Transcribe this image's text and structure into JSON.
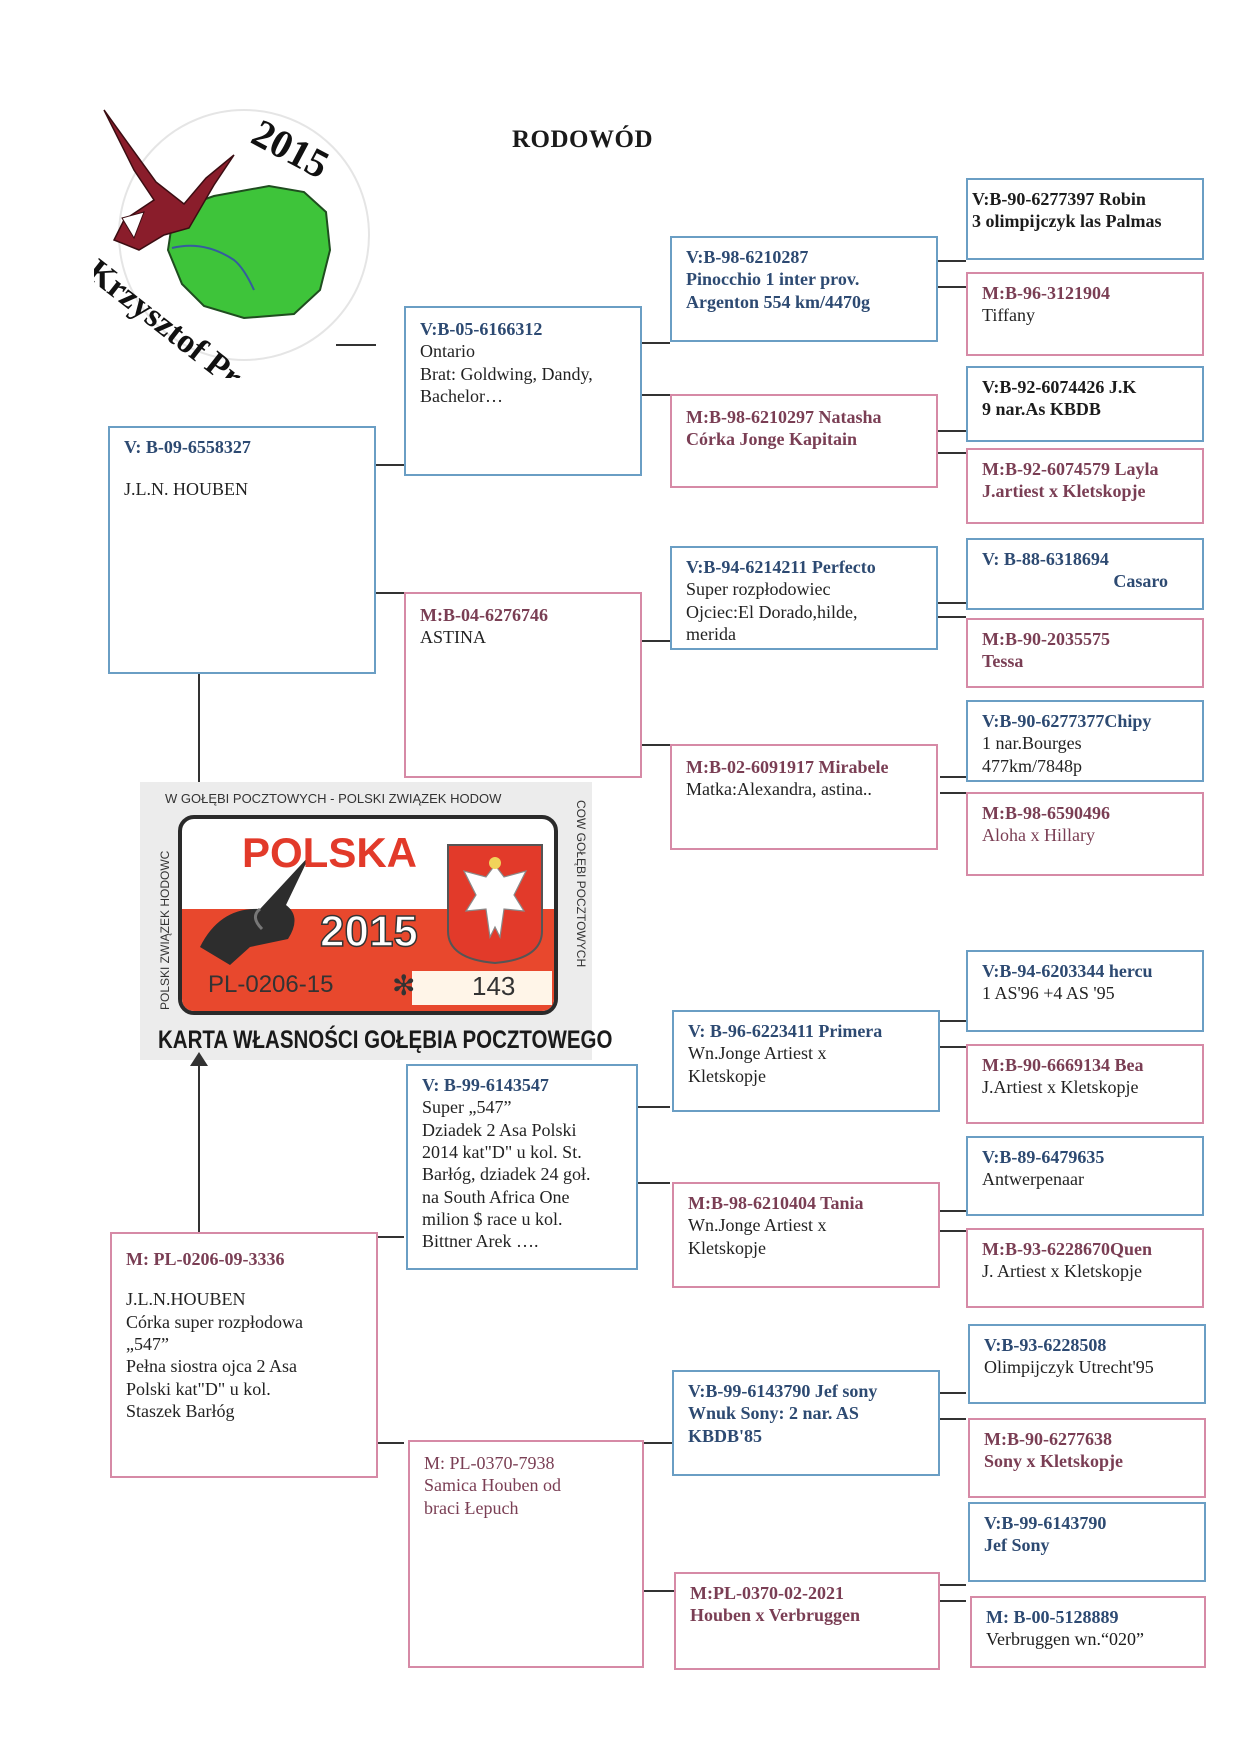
{
  "title": "RODOWÓD",
  "logo": {
    "year": "2015",
    "name": "Krzysztof Pruski"
  },
  "card": {
    "top_text": "W GOŁĘBI POCZTOWYCH - POLSKI ZWIĄZEK HODOW",
    "left_text": "POLSKI ZWIĄZEK HODOWC",
    "right_text": "COW GOŁĘBI POCZTOWYCH",
    "country": "POLSKA",
    "year": "2015",
    "ring": "PL-0206-15",
    "serial": "143",
    "bottom_text": "KARTA WŁASNOŚCI GOŁĘBIA POCZTOWEGO"
  },
  "sire": {
    "ring": "V: B-09-6558327",
    "lines": [
      "J.L.N. HOUBEN"
    ]
  },
  "dam": {
    "ring": "M: PL-0206-09-3336",
    "lines": [
      "J.L.N.HOUBEN",
      "Córka super rozpłodowa",
      "„547”",
      "Pełna siostra ojca 2 Asa",
      "Polski kat\"D\" u kol.",
      "Staszek Barłóg"
    ]
  },
  "gen2": [
    {
      "ring": "V:B-05-6166312",
      "lines": [
        "Ontario",
        "Brat: Goldwing, Dandy,",
        "Bachelor…"
      ]
    },
    {
      "ring": "M:B-04-6276746",
      "lines": [
        "ASTINA"
      ]
    },
    {
      "ring": "V: B-99-6143547",
      "lines": [
        "Super „547”",
        "Dziadek 2 Asa Polski",
        "2014 kat\"D\" u kol. St.",
        "Barłóg, dziadek 24 goł.",
        "na South Africa One",
        "milion $ race u kol.",
        "Bittner Arek …."
      ]
    },
    {
      "ring": "M: PL-0370-7938",
      "lines": [
        "Samica Houben od",
        "braci Łepuch"
      ]
    }
  ],
  "gen3": [
    {
      "ring": "V:B-98-6210287",
      "lines": [
        "Pinocchio 1 inter prov.",
        "Argenton 554 km/4470g"
      ]
    },
    {
      "ring": "M:B-98-6210297 Natasha",
      "lines": [
        "Córka Jonge Kapitain"
      ]
    },
    {
      "ring": "V:B-94-6214211 Perfecto",
      "lines": [
        "Super rozpłodowiec",
        "Ojciec:El Dorado,hilde,",
        "merida"
      ]
    },
    {
      "ring": "M:B-02-6091917 Mirabele",
      "lines": [
        "Matka:Alexandra, astina.."
      ]
    },
    {
      "ring": "V: B-96-6223411 Primera",
      "lines": [
        "Wn.Jonge Artiest x",
        "Kletskopje"
      ]
    },
    {
      "ring": "M:B-98-6210404 Tania",
      "lines": [
        "Wn.Jonge Artiest x",
        "Kletskopje"
      ]
    },
    {
      "ring": "V:B-99-6143790 Jef sony",
      "lines": [
        "Wnuk Sony: 2 nar. AS",
        "KBDB'85"
      ]
    },
    {
      "ring": "M:PL-0370-02-2021",
      "lines": [
        "Houben x Verbruggen"
      ]
    }
  ],
  "gen4": [
    {
      "ring": "V:B-90-6277397 Robin",
      "lines": [
        "3 olimpijczyk las Palmas"
      ]
    },
    {
      "ring": "M:B-96-3121904",
      "lines": [
        "Tiffany"
      ]
    },
    {
      "ring": "V:B-92-6074426 J.K",
      "lines": [
        "9 nar.As KBDB"
      ]
    },
    {
      "ring": "M:B-92-6074579 Layla",
      "lines": [
        "J.artiest x Kletskopje"
      ]
    },
    {
      "ring": "V: B-88-6318694",
      "lines": [
        "Casaro"
      ]
    },
    {
      "ring": "M:B-90-2035575",
      "lines": [
        "Tessa"
      ]
    },
    {
      "ring": "V:B-90-6277377Chipy",
      "lines": [
        "1 nar.Bourges",
        "477km/7848p"
      ]
    },
    {
      "ring": "M:B-98-6590496",
      "lines": [
        "Aloha x Hillary"
      ]
    },
    {
      "ring": "V:B-94-6203344 hercu",
      "lines": [
        "1 AS'96 +4 AS '95"
      ]
    },
    {
      "ring": "M:B-90-6669134 Bea",
      "lines": [
        "J.Artiest x Kletskopje"
      ]
    },
    {
      "ring": "V:B-89-6479635",
      "lines": [
        "Antwerpenaar"
      ]
    },
    {
      "ring": "M:B-93-6228670Quen",
      "lines": [
        "J. Artiest x Kletskopje"
      ]
    },
    {
      "ring": "V:B-93-6228508",
      "lines": [
        "Olimpijczyk Utrecht'95"
      ]
    },
    {
      "ring": "M:B-90-6277638",
      "lines": [
        "Sony x Kletskopje"
      ]
    },
    {
      "ring": "V:B-99-6143790",
      "lines": [
        "Jef Sony"
      ]
    },
    {
      "ring": "M: B-00-5128889",
      "lines": [
        "Verbruggen wn.“020”"
      ]
    }
  ],
  "colors": {
    "sire_border": "#6a9ec4",
    "dam_border": "#d68aa6",
    "ring_blue": "#2d4a72",
    "ring_pink": "#7a3e54",
    "card_red": "#e8482d"
  }
}
